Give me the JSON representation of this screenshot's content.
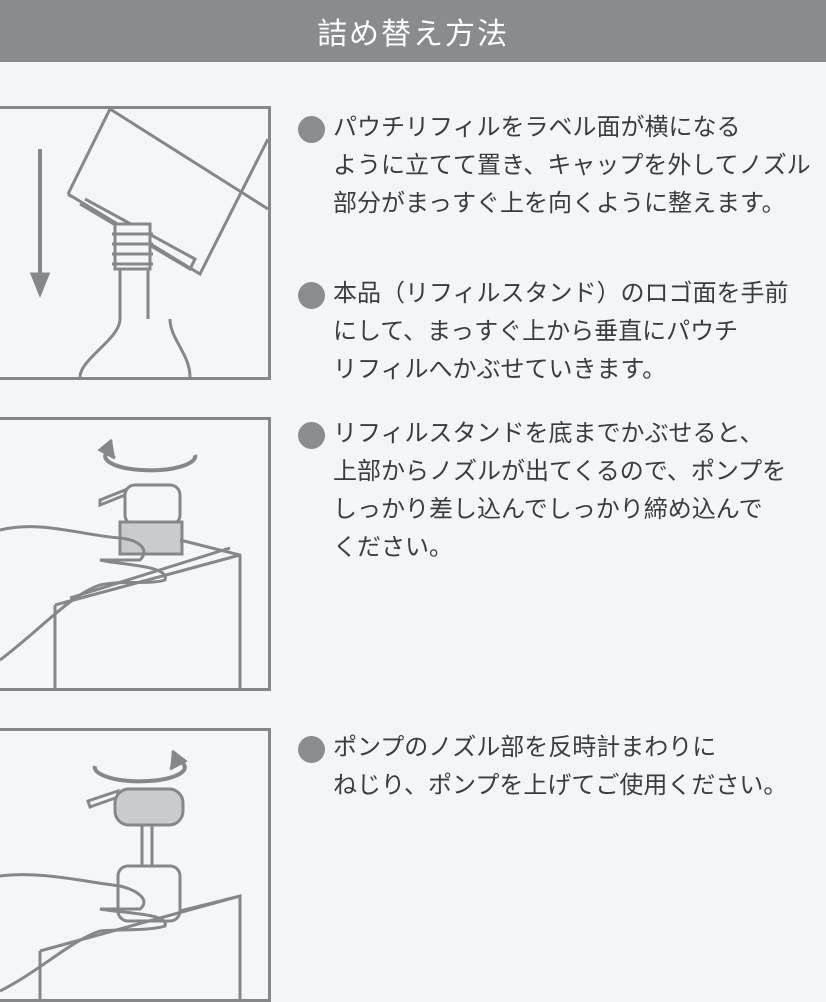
{
  "header": {
    "title": "詰め替え方法"
  },
  "steps": [
    {
      "lines": [
        "パウチリフィルをラベル面が横になる",
        "ように立てて置き、キャップを外してノズル",
        "部分がまっすぐ上を向くように整えます。"
      ]
    },
    {
      "lines": [
        "本品（リフィルスタンド）のロゴ面を手前",
        "にして、まっすぐ上から垂直にパウチ",
        "リフィルへかぶせていきます。"
      ]
    },
    {
      "lines": [
        "リフィルスタンドを底までかぶせると、",
        "上部からノズルが出てくるので、ポンプを",
        "しっかり差し込んでしっかり締め込んで",
        "ください。"
      ]
    },
    {
      "lines": [
        "ポンプのノズル部を反時計まわりに",
        "ねじり、ポンプを上げてご使用ください。"
      ]
    }
  ],
  "colors": {
    "header": "#898c8f",
    "bullet": "#8a8d90",
    "line": "#85888b",
    "background": "#f3f5f6"
  }
}
